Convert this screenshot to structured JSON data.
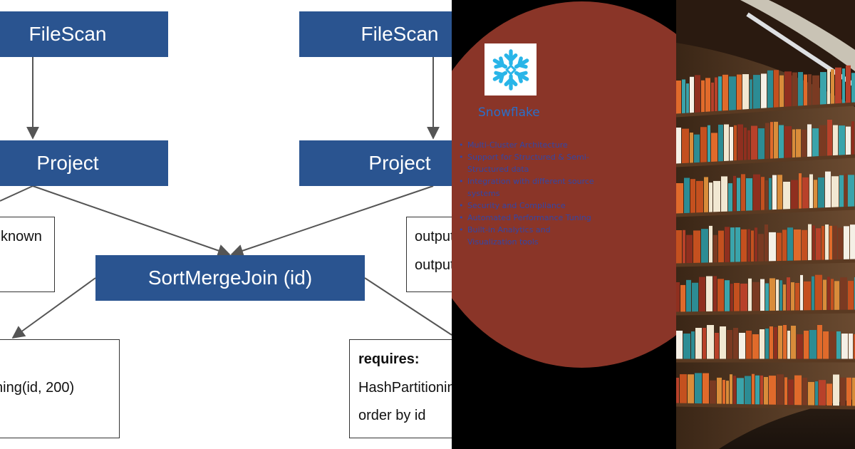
{
  "diagram": {
    "filescan_left": "FileScan",
    "filescan_right": "FileScan",
    "project_left": "Project",
    "project_right": "Project",
    "join": "SortMergeJoin (id)",
    "note_top_left": "known",
    "note_top_right": [
      "output",
      "output"
    ],
    "note_bottom_left": "ning(id, 200)",
    "note_bottom_right": {
      "heading": "requires:",
      "lines": [
        "HashPartitioning",
        "order by id"
      ]
    },
    "colors": {
      "node": "#2a5490",
      "edge": "#555555"
    }
  },
  "slide": {
    "logo": "snowflake-logo",
    "title": "Snowflake",
    "features": [
      "Multi-Cluster Architecture",
      "Support for Structured & Semi-Structured data",
      "Integration with different source systems",
      "Security and Compliance",
      "Automated Performance Tuning",
      "Built-in Analytics and Visualization tools"
    ],
    "colors": {
      "background": "#8a3528",
      "title": "#2a6fc9",
      "text": "#3346a6"
    }
  },
  "photo": {
    "subject": "library-bookshelves-photo"
  }
}
